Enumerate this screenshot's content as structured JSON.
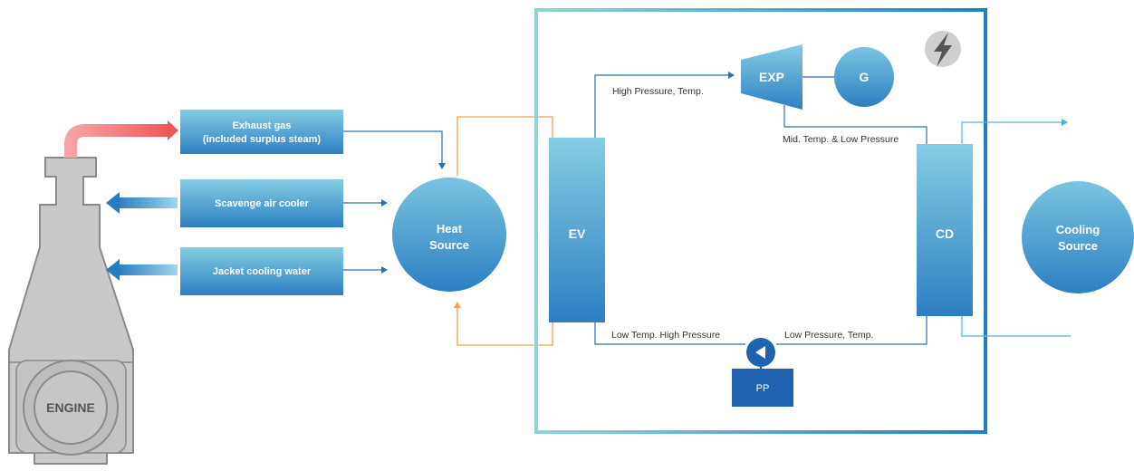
{
  "engine": {
    "label": "ENGINE"
  },
  "sources": {
    "exhaust_line1": "Exhaust gas",
    "exhaust_line2": "(included surplus steam)",
    "scavenge": "Scavenge air cooler",
    "jacket": "Jacket cooling water"
  },
  "heat_source": {
    "line1": "Heat",
    "line2": "Source"
  },
  "cooling_source": {
    "line1": "Cooling",
    "line2": "Source"
  },
  "components": {
    "evaporator": "EV",
    "expander": "EXP",
    "generator": "G",
    "condenser": "CD",
    "pump": "PP"
  },
  "flows": {
    "high_pressure_temp": "High Pressure, Temp.",
    "mid_temp_low_pressure": "Mid. Temp. & Low Pressure",
    "low_temp_high_pressure": "Low Temp. High Pressure",
    "low_pressure_temp": "Low Pressure, Temp."
  },
  "icons": [
    "lightning-icon",
    "pump-direction-icon"
  ],
  "colors": {
    "box_top": "#84cde3",
    "box_bottom": "#2d7fc3",
    "hot_arrow": "#f06b6b",
    "cool_arrow": "#3a8dcc",
    "heat_loop": "#f5a04a",
    "flow_line": "#2d6fae",
    "cooling_line": "#4db3e0",
    "frame_light": "#8fd3d6",
    "frame_dark": "#1f7fc6",
    "engine_fill": "#c9c9c9",
    "pump_fill": "#1f63b0"
  }
}
